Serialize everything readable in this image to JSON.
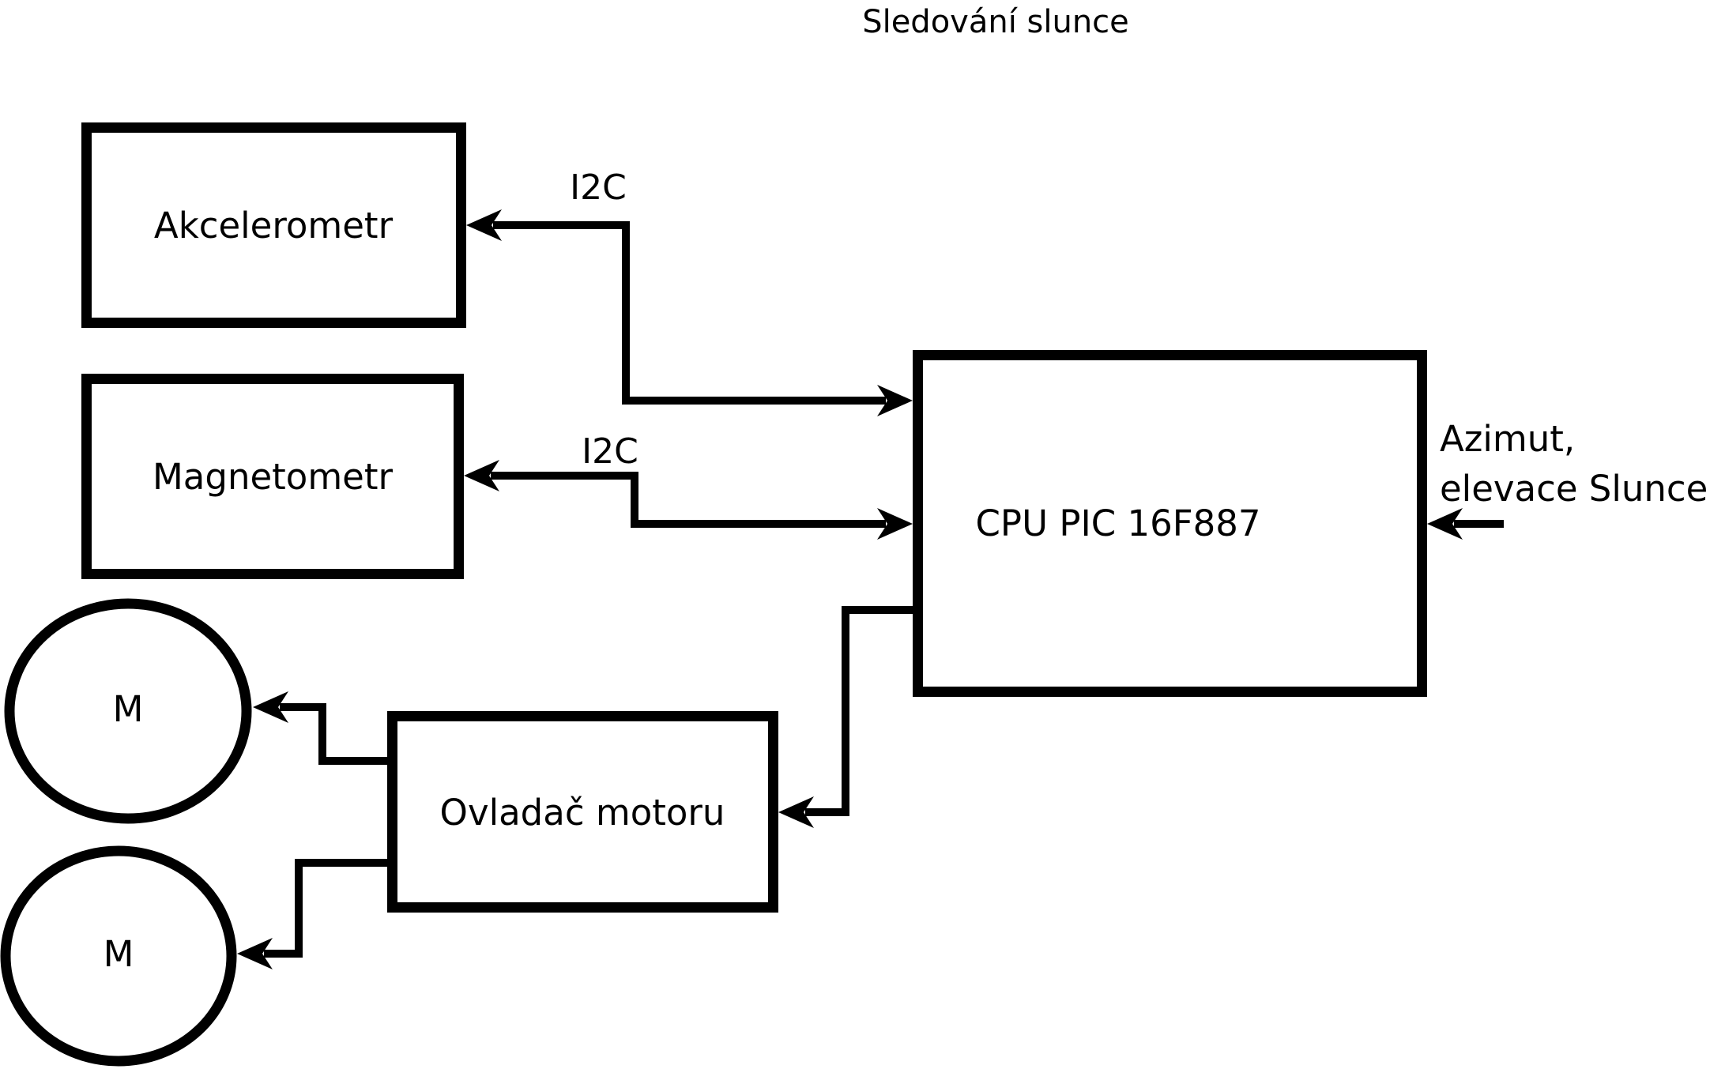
{
  "title": "Sledování slunce",
  "nodes": {
    "akcelerometr": {
      "label": "Akcelerometr"
    },
    "magnetometr": {
      "label": "Magnetometr"
    },
    "cpu": {
      "label": "CPU PIC 16F887"
    },
    "ovladac_motoru": {
      "label": "Ovladač motoru"
    },
    "motor_1": {
      "label": "M"
    },
    "motor_2": {
      "label": "M"
    }
  },
  "edges": {
    "i2c_akcelerometr": {
      "label": "I2C"
    },
    "i2c_magnetometr": {
      "label": "I2C"
    },
    "azimut_input": {
      "label_line1": "Azimut,",
      "label_line2": "elevace Slunce"
    }
  },
  "colors": {
    "stroke": "#000000",
    "background": "#ffffff"
  }
}
